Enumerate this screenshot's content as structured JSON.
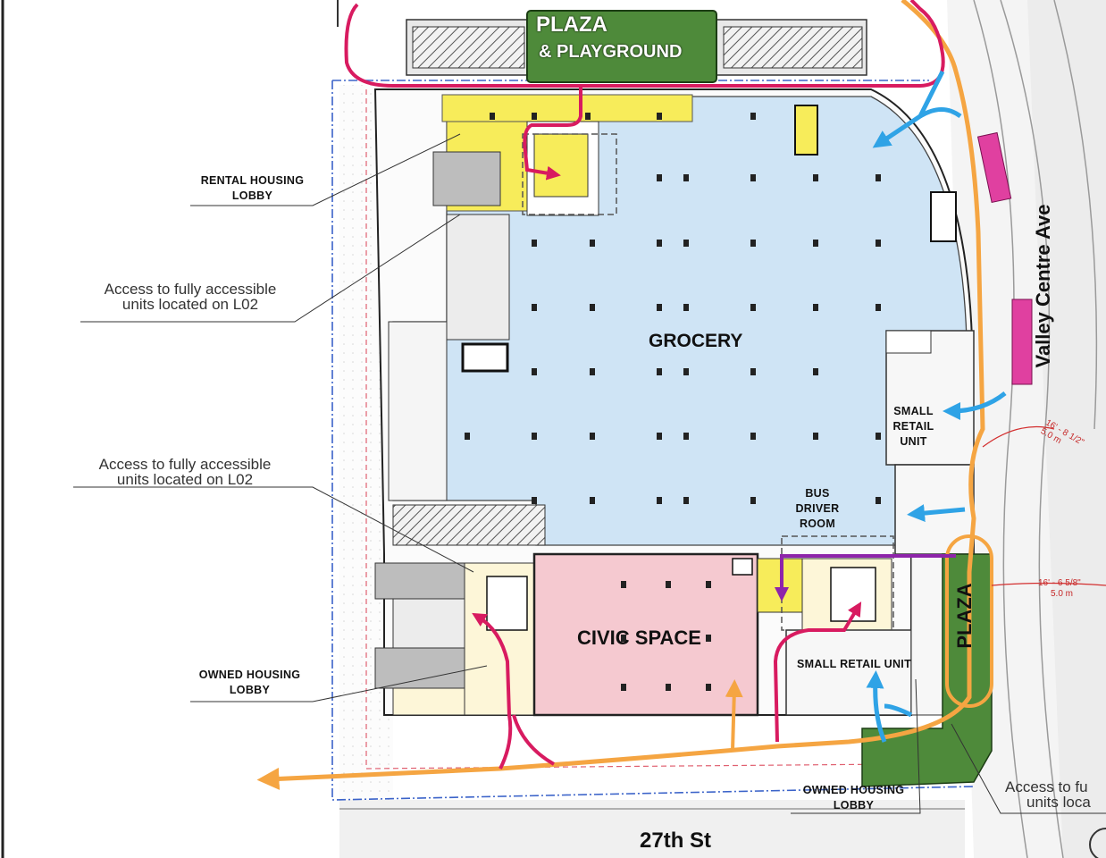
{
  "labels": {
    "plaza_top": "PLAZA",
    "plaza_top_sub": "& PLAYGROUND",
    "grocery": "GROCERY",
    "civic_space": "CIVIC SPACE",
    "rental_lobby_1": "RENTAL HOUSING",
    "rental_lobby_2": "LOBBY",
    "access_note_1a": "Access to fully accessible",
    "access_note_1b": "units located on L02",
    "access_note_2a": "Access to fully accessible",
    "access_note_2b": "units located on L02",
    "owned_lobby_w_1": "OWNED HOUSING",
    "owned_lobby_w_2": "LOBBY",
    "small_retail_1": "SMALL",
    "small_retail_2": "RETAIL",
    "small_retail_3": "UNIT",
    "bus_1": "BUS",
    "bus_2": "DRIVER",
    "bus_3": "ROOM",
    "small_retail_south": "SMALL RETAIL UNIT",
    "plaza_east": "PLAZA",
    "owned_lobby_s_1": "OWNED HOUSING",
    "owned_lobby_s_2": "LOBBY",
    "access_note_3a": "Access to fu",
    "access_note_3b": "units loca",
    "street_south": "27th St",
    "street_east": "Valley Centre Ave",
    "dim_1a": "16' - 8 1/2\"",
    "dim_1b": "5.0 m",
    "dim_2a": "16' - 6 5/8\"",
    "dim_2b": "5.0 m"
  },
  "colors": {
    "grocery": "#cfe4f5",
    "civic": "#f5c9d0",
    "yellow": "#f7ec5a",
    "plaza_green": "#4e8a3a",
    "orange_path": "#f5a542",
    "magenta_path": "#d81b60",
    "blue_arrow": "#2fa3e6",
    "purple_path": "#8e24aa"
  }
}
